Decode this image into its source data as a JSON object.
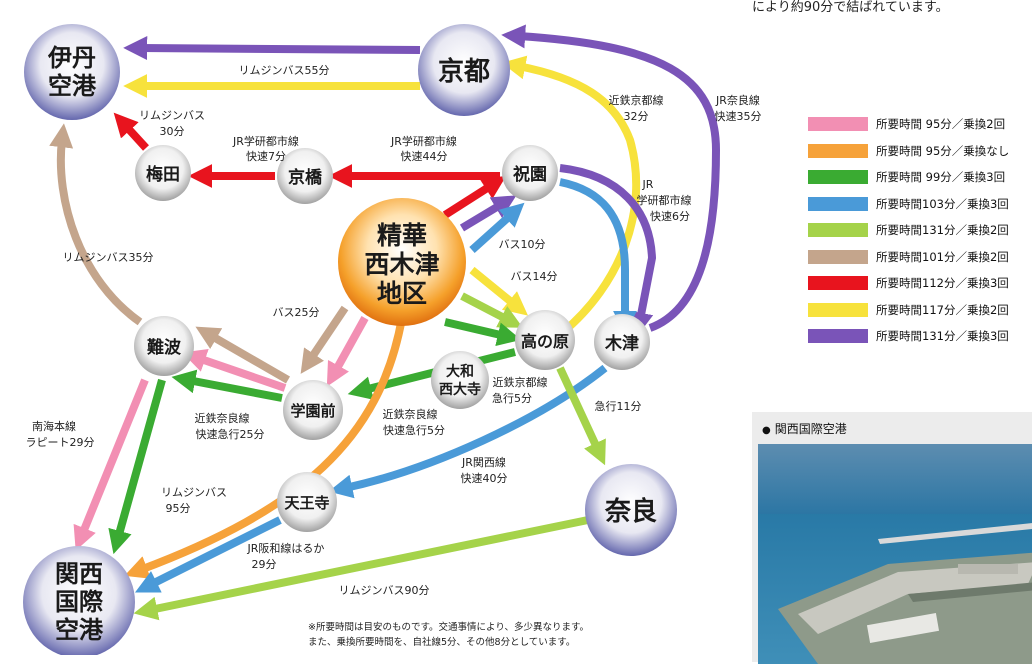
{
  "top_note": "により約90分で結ばれています。",
  "stations": {
    "itami": [
      "伊丹",
      "空港"
    ],
    "kyoto": "京都",
    "umeda": "梅田",
    "kyobashi": "京橋",
    "hosono": "祝園",
    "center": [
      "精華",
      "西木津",
      "地区"
    ],
    "takanohara": "高の原",
    "kizu": "木津",
    "namba": "難波",
    "yamato_saidaiji": [
      "大和",
      "西大寺"
    ],
    "gakuenmae": "学園前",
    "tennoji": "天王寺",
    "nara": "奈良",
    "kansai": [
      "関西",
      "国際",
      "空港"
    ]
  },
  "route_labels": {
    "limo_kyoto_itami": "リムジンバス55分",
    "limo_umeda_itami": [
      "リムジンバス",
      "30分"
    ],
    "jr_kyobashi_umeda": [
      "JR学研都市線",
      "快速7分"
    ],
    "jr_hosono_kyobashi": [
      "JR学研都市線",
      "快速44分"
    ],
    "kintetsu_kyoto": [
      "近鉄京都線",
      "32分"
    ],
    "jr_nara_line": [
      "JR奈良線",
      "快速35分"
    ],
    "jr_hosono_kizu": [
      "JR",
      "学研都市線",
      "快速6分"
    ],
    "bus10": "バス10分",
    "bus14": "バス14分",
    "bus25": "バス25分",
    "limo_namba_itami": "リムジンバス35分",
    "nankai": [
      "南海本線",
      "ラピート29分"
    ],
    "kintetsu_nara_namba": [
      "近鉄奈良線",
      "快速急行25分"
    ],
    "kintetsu_nara_center": [
      "近鉄奈良線",
      "快速急行5分"
    ],
    "kintetsu_kyoto_exp": [
      "近鉄京都線",
      "急行5分"
    ],
    "express11": "急行11分",
    "jr_kansai_line": [
      "JR関西線",
      "快速40分"
    ],
    "limo_center_kansai": [
      "リムジンバス",
      "95分"
    ],
    "haruka": [
      "JR阪和線はるか",
      "29分"
    ],
    "limo_nara_kansai": "リムジンバス90分"
  },
  "legend": [
    {
      "color": "#f28fb3",
      "text": "所要時間  95分／乗換2回"
    },
    {
      "color": "#f6a23a",
      "text": "所要時間  95分／乗換なし"
    },
    {
      "color": "#3aab32",
      "text": "所要時間  99分／乗換3回"
    },
    {
      "color": "#4a9ad8",
      "text": "所要時間103分／乗換3回"
    },
    {
      "color": "#a5d34a",
      "text": "所要時間131分／乗換2回"
    },
    {
      "color": "#c4a58c",
      "text": "所要時間101分／乗換2回"
    },
    {
      "color": "#e8141e",
      "text": "所要時間112分／乗換3回"
    },
    {
      "color": "#f7e23c",
      "text": "所要時間117分／乗換2回"
    },
    {
      "color": "#7a54b8",
      "text": "所要時間131分／乗換3回"
    }
  ],
  "photo_caption": "関西国際空港",
  "footnote": [
    "※所要時間は目安のものです。交通事情により、多少異なります。",
    "また、乗換所要時間を、自社線5分、その他8分としています。"
  ]
}
